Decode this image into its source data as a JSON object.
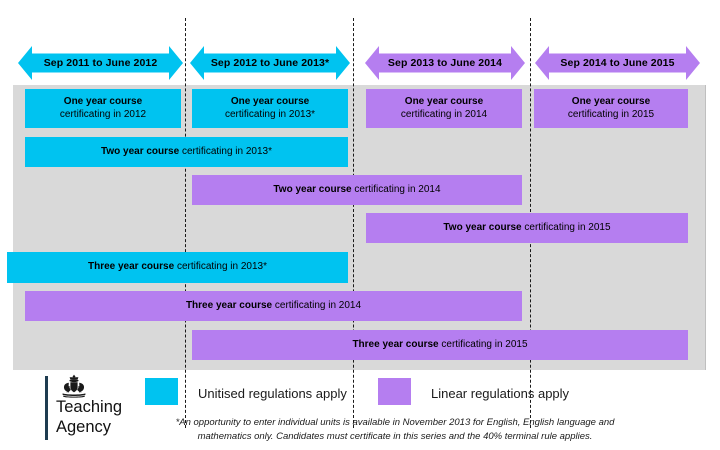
{
  "title": "Teaching Agency qualification reform timeline",
  "colors": {
    "unitised": "#00c3f0",
    "linear": "#b57ef0",
    "plot_band": "#d9d9d9",
    "divider": "#1a1a1a"
  },
  "year_arrows": [
    {
      "label": "Sep 2011 to June 2012",
      "scheme": "cyan"
    },
    {
      "label": "Sep 2012 to June 2013*",
      "scheme": "cyan"
    },
    {
      "label": "Sep 2013 to June 2014",
      "scheme": "purple"
    },
    {
      "label": "Sep 2014 to June 2015",
      "scheme": "purple"
    }
  ],
  "courses": [
    {
      "title": "One year course",
      "sub": "certificating in 2012",
      "scheme": "cyan",
      "stacked": true
    },
    {
      "title": "One year course",
      "sub": "certificating in 2013*",
      "scheme": "cyan",
      "stacked": true
    },
    {
      "title": "One year course",
      "sub": "certificating in 2014",
      "scheme": "purple",
      "stacked": true
    },
    {
      "title": "One year course",
      "sub": "certificating in 2015",
      "scheme": "purple",
      "stacked": true
    },
    {
      "title": "Two year course",
      "sub": "certificating in 2013*",
      "scheme": "cyan",
      "stacked": false
    },
    {
      "title": "Two year course",
      "sub": "certificating in 2014",
      "scheme": "purple",
      "stacked": false
    },
    {
      "title": "Two year course",
      "sub": "certificating in 2015",
      "scheme": "purple",
      "stacked": false
    },
    {
      "title": "Three year course",
      "sub": "certificating in 2013*",
      "scheme": "cyan",
      "stacked": false
    },
    {
      "title": "Three year course",
      "sub": "certificating in 2014",
      "scheme": "purple",
      "stacked": false
    },
    {
      "title": "Three year course",
      "sub": "certificating in 2015",
      "scheme": "purple",
      "stacked": false
    }
  ],
  "legend": [
    {
      "swatch": "cyan",
      "label": "Unitised regulations apply"
    },
    {
      "swatch": "purple",
      "label": "Linear regulations apply"
    }
  ],
  "footnote": "*An opportunity to enter individual units is available in November 2013 for English, English language and mathematics only. Candidates must certificate in this series and the 40% terminal rule applies.",
  "logo": {
    "line1": "Teaching",
    "line2": "Agency",
    "crest": "royal-crest"
  }
}
